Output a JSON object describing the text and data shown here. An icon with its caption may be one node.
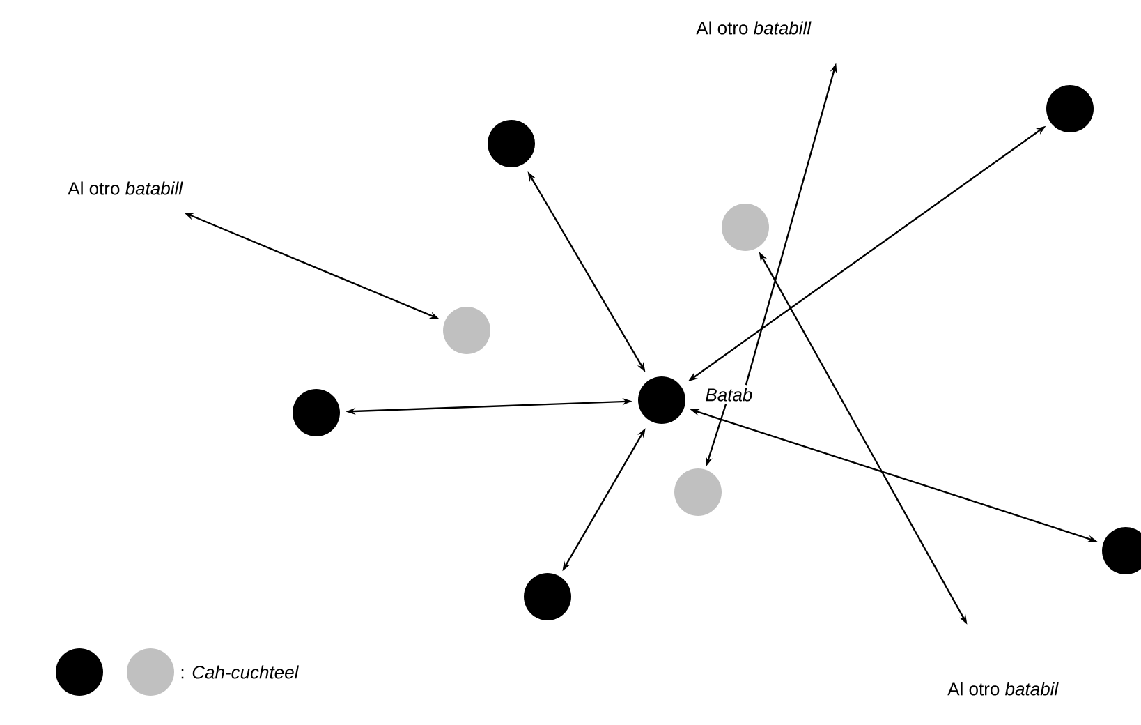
{
  "diagram": {
    "nodes": [
      {
        "text": [
          "Al otro *batabill*"
        ]
      },
      {
        "text": [],
        "shape": "circle"
      },
      {
        "text": [],
        "shape": "circle"
      },
      {
        "text": [
          "Al otro *batabill*"
        ]
      },
      {
        "text": [],
        "shape": "circle"
      },
      {
        "text": [],
        "shape": "circle"
      },
      {
        "text": [],
        "shape": "circle",
        "beside": [
          "Batab"
        ]
      },
      {
        "text": [],
        "shape": "circle"
      },
      {
        "text": [],
        "shape": "circle"
      },
      {
        "text": [],
        "shape": "circle"
      },
      {
        "text": [],
        "shape": "circle"
      },
      {
        "text": [
          "Al otro *batabil*"
        ]
      }
    ],
    "edges": [
      {
        "from": 6,
        "to": 2,
        "arrow": "both"
      },
      {
        "from": 6,
        "to": 1,
        "arrow": "both"
      },
      {
        "from": 6,
        "to": 7,
        "arrow": "both"
      },
      {
        "from": 6,
        "to": 10,
        "arrow": "both"
      },
      {
        "from": 6,
        "to": 9,
        "arrow": "both"
      },
      {
        "from": 6,
        "to": 0,
        "arrow": "to"
      },
      {
        "from": 4,
        "to": 11,
        "arrow": "both"
      },
      {
        "from": 3,
        "to": 5,
        "arrow": "both"
      },
      {
        "from": 6,
        "to": 8,
        "arrow": "to"
      }
    ],
    "legend": [
      {
        "text": ": *Cah-cuchteel*"
      }
    ]
  }
}
